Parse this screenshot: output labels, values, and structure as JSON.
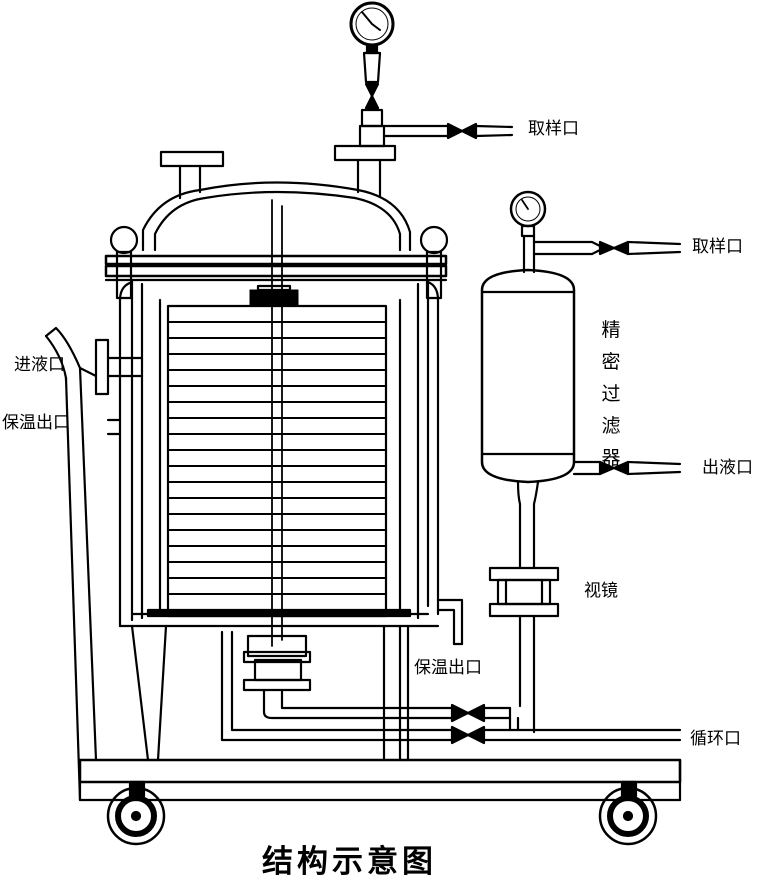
{
  "title": "结构示意图",
  "labels": {
    "sample_port_top": "取样口",
    "sample_port_right": "取样口",
    "inlet": "进液口",
    "insulation_outlet_left": "保温出口",
    "insulation_outlet_bottom": "保温出口",
    "precision_filter": "精密过滤器",
    "liquid_outlet": "出液口",
    "sight_glass": "视镜",
    "circulation_port": "循环口"
  }
}
